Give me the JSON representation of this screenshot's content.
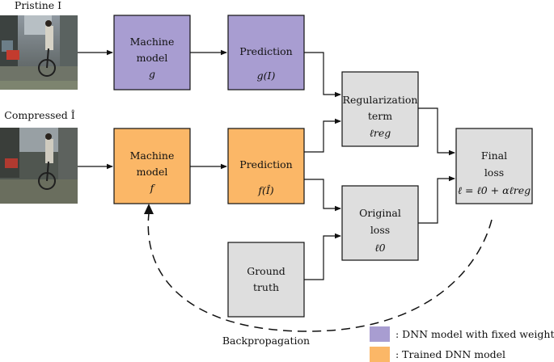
{
  "colors": {
    "fixed_model": "#a89dd1",
    "trained_model": "#fbb767",
    "neutral_box": "#dedede"
  },
  "inputs": {
    "pristine_label": "Pristine I",
    "compressed_label": "Compressed Î"
  },
  "boxes": {
    "machine_model_g": {
      "line1": "Machine",
      "line2": "model",
      "symbol": "g"
    },
    "prediction_g": {
      "line1": "Prediction",
      "symbol": "g(I)"
    },
    "machine_model_f": {
      "line1": "Machine",
      "line2": "model",
      "symbol": "f"
    },
    "prediction_f": {
      "line1": "Prediction",
      "symbol": "f(Î)"
    },
    "regularization": {
      "line1": "Regularization",
      "line2": "term",
      "symbol": "ℓreg"
    },
    "original_loss": {
      "line1": "Original",
      "line2": "loss",
      "symbol": "ℓ0"
    },
    "ground_truth": {
      "line1": "Ground",
      "line2": "truth"
    },
    "final_loss": {
      "line1": "Final",
      "line2": "loss",
      "formula": "ℓ = ℓ0 + αℓreg"
    }
  },
  "backprop_label": "Backpropagation",
  "legend": [
    {
      "label": ": DNN model with fixed weights",
      "color_key": "fixed_model"
    },
    {
      "label": ": Trained DNN model",
      "color_key": "trained_model"
    }
  ]
}
